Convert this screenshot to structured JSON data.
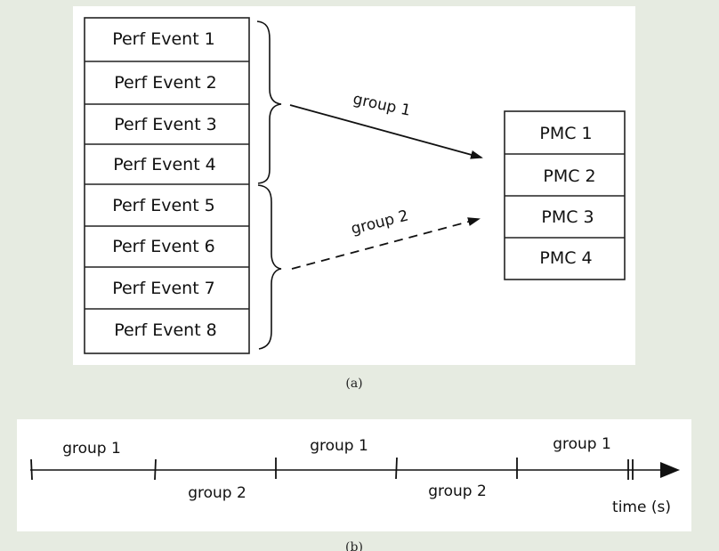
{
  "diagram_a": {
    "perf_events": [
      "Perf Event 1",
      "Perf Event 2",
      "Perf Event 3",
      "Perf Event 4",
      "Perf Event 5",
      "Perf Event 6",
      "Perf Event 7",
      "Perf Event 8"
    ],
    "pmcs": [
      "PMC 1",
      "PMC 2",
      "PMC 3",
      "PMC 4"
    ],
    "group1_label": "group 1",
    "group2_label": "group 2",
    "caption": "(a)"
  },
  "diagram_b": {
    "top_labels": [
      "group 1",
      "group 1",
      "group 1"
    ],
    "bottom_labels": [
      "group 2",
      "group 2"
    ],
    "axis_label": "time (s)",
    "caption": "(b)"
  }
}
